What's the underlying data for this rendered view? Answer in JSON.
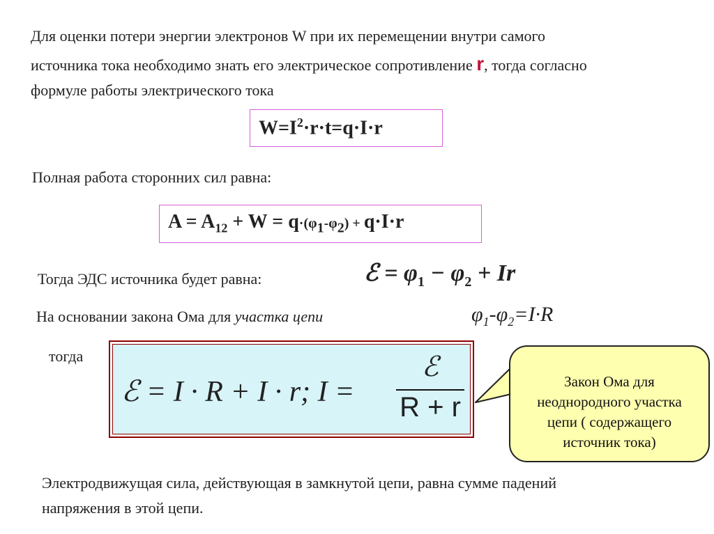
{
  "intro": {
    "line1": "Для оценки потери энергии электронов W при их перемещении внутри самого",
    "line2a": "источника тока необходимо знать его электрическое сопротивление ",
    "r": "r",
    "line2b": ", тогда согласно",
    "line3": "формуле работы электрического тока"
  },
  "formula1": {
    "a": "W=I",
    "exp": "2",
    "b": "·r·t=q·I·r"
  },
  "text2": "Полная работа сторонних сил равна:",
  "formula2": {
    "a": "A = A",
    "sub12": "12",
    "b": " + W = q",
    "c": "·(φ",
    "s1": "1",
    "d": "-φ",
    "s2": "2",
    "e": ") + ",
    "f": "q·I·r"
  },
  "text3": "Тогда ЭДС источника будет равна:",
  "emf_formula": {
    "a": "ℰ = φ",
    "s1": "1",
    "b": " − φ",
    "s2": "2",
    "c": " + Ir"
  },
  "text4": {
    "a": "На основании закона Ома для ",
    "b": "участка цепи"
  },
  "ohm_formula": {
    "a": "φ",
    "s1": "1",
    "b": "-φ",
    "s2": "2",
    "c": "=I·R"
  },
  "then": "тогда",
  "big_formula": {
    "left": "ℰ = I · R + I · r;    I =",
    "num": "ℰ",
    "den": "R + r"
  },
  "bubble": {
    "l1": "Закон Ома для",
    "l2": "неоднородного участка",
    "l3": "цепи ( содержащего",
    "l4": "источник тока)"
  },
  "final": {
    "l1": "Электродвижущая сила, действующая в замкнутой цепи, равна сумме падений",
    "l2": "напряжения в этой цепи."
  }
}
